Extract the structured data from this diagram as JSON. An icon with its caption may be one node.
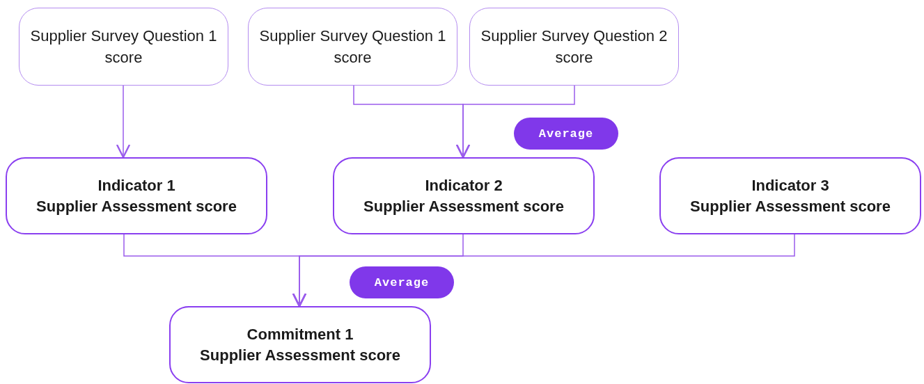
{
  "diagram": {
    "nodes": [
      {
        "text": [
          "Supplier Survey Question 1 score"
        ]
      },
      {
        "text": [
          "Supplier Survey Question 1 score"
        ]
      },
      {
        "text": [
          "Supplier Survey Question 2 score"
        ]
      },
      {
        "text": [
          "Indicator 1",
          "Supplier Assessment score"
        ]
      },
      {
        "text": [
          "Indicator 2",
          "Supplier Assessment score"
        ]
      },
      {
        "text": [
          "Indicator 3",
          "Supplier Assessment score"
        ]
      },
      {
        "text": [
          "Commitment 1",
          "Supplier Assessment score"
        ]
      }
    ],
    "edges": [
      {
        "from": 0,
        "to": 3,
        "arrow": "to"
      },
      {
        "from": 1,
        "to": 4,
        "arrow": "to"
      },
      {
        "from": 2,
        "to": 4,
        "arrow": "to"
      },
      {
        "from": 3,
        "to": 6,
        "arrow": "to"
      },
      {
        "from": 4,
        "to": 6,
        "arrow": "to"
      },
      {
        "from": 5,
        "to": 6,
        "arrow": "to"
      }
    ],
    "labels": [
      "Average",
      "Average"
    ]
  }
}
